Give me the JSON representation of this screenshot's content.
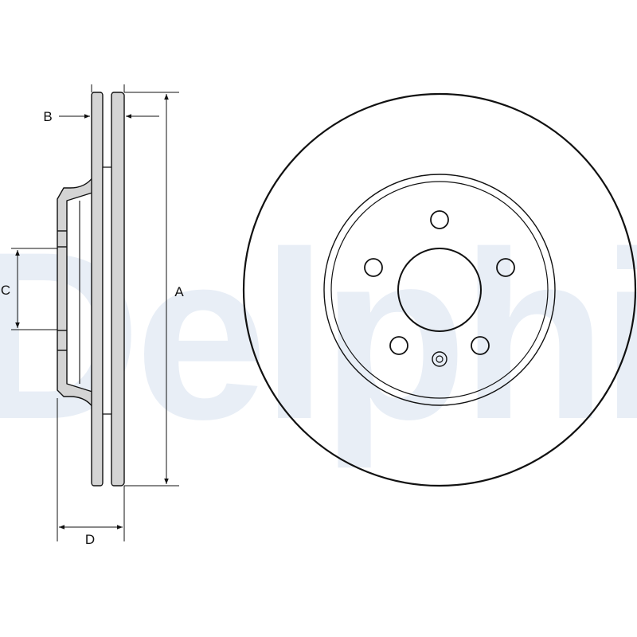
{
  "watermark": {
    "text": "Delphi",
    "color": "#e8eef6"
  },
  "labels": {
    "a": "A",
    "b": "B",
    "c": "C",
    "d": "D"
  },
  "colors": {
    "line": "#111111",
    "section_fill": "#d4d4d4",
    "background": "#ffffff"
  },
  "disc_front_view": {
    "stud_holes": 5,
    "locating_pin_holes": 1
  }
}
